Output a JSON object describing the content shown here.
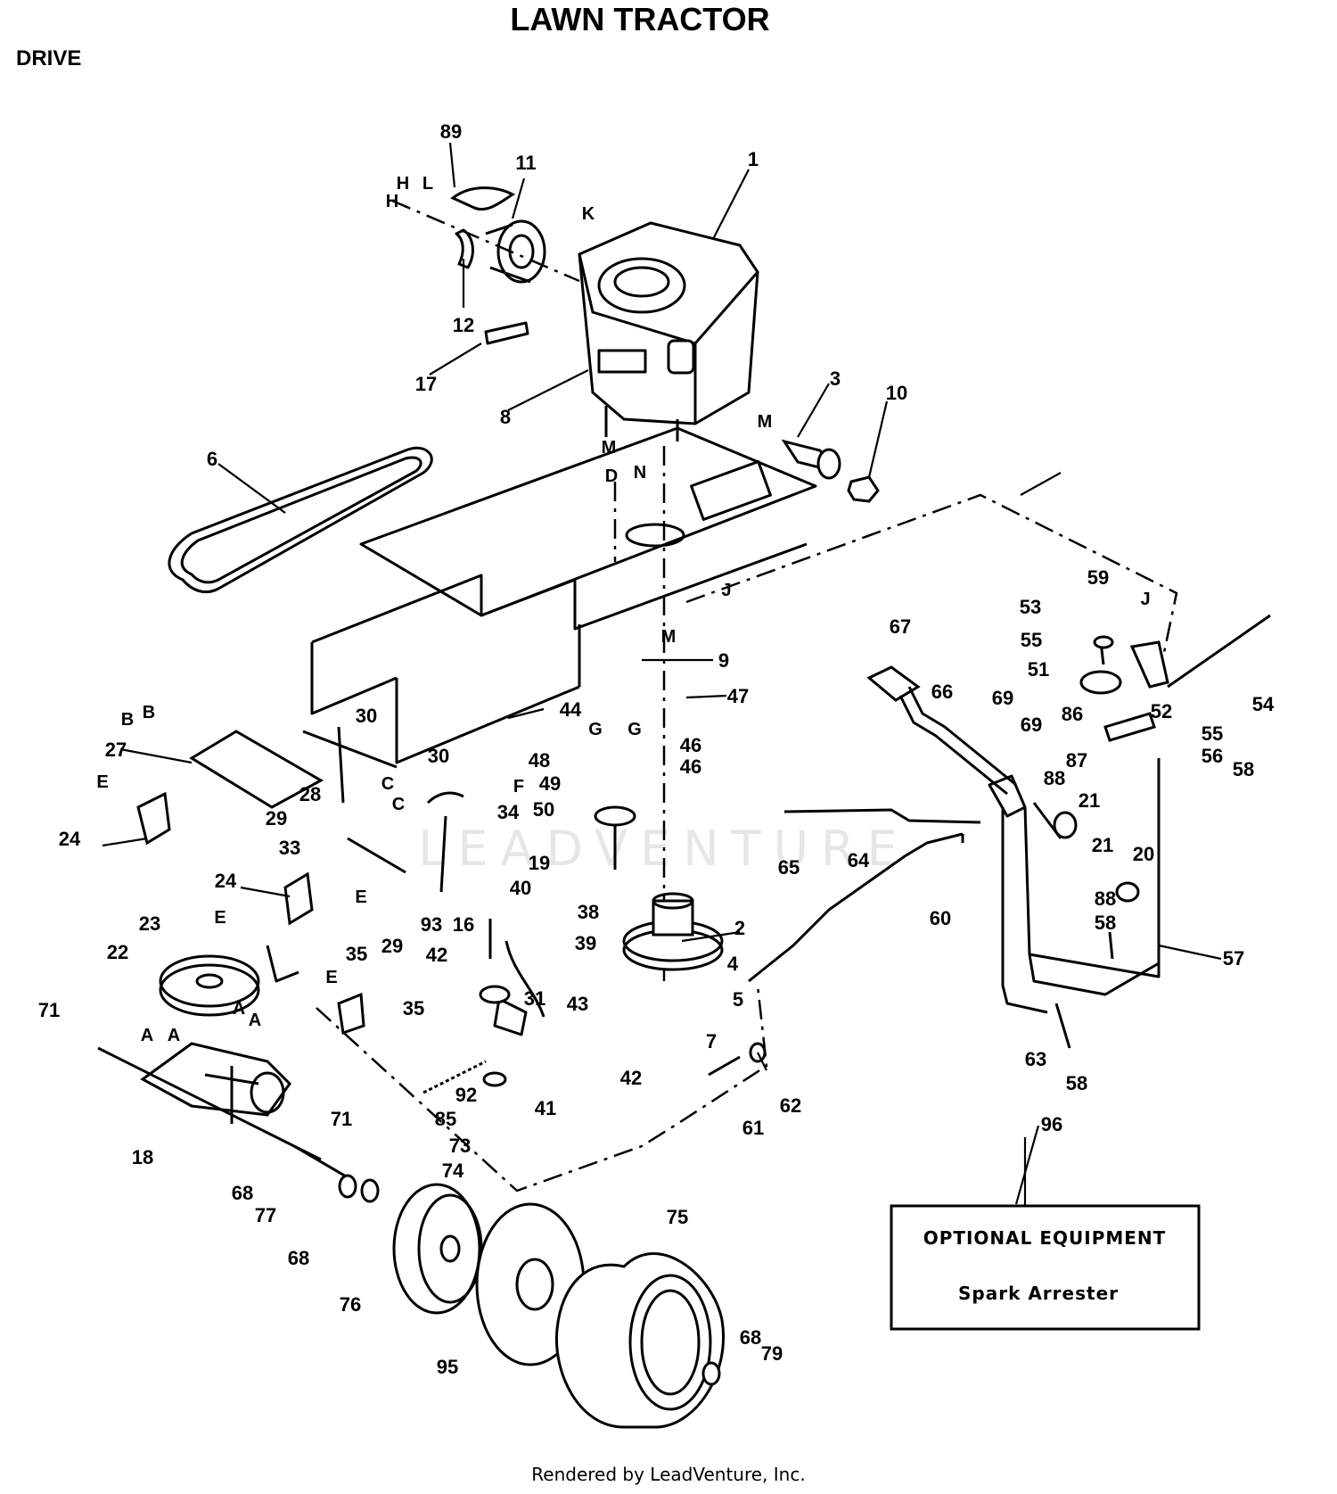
{
  "title": "LAWN TRACTOR",
  "section": "DRIVE",
  "footer": "Rendered by LeadVenture, Inc.",
  "watermark": "LEADVENTURE",
  "optional_box": {
    "heading": "OPTIONAL EQUIPMENT",
    "item": "Spark Arrester",
    "callout": "96"
  },
  "callouts": [
    "89",
    "11",
    "1",
    "K",
    "12",
    "17",
    "8",
    "3",
    "10",
    "6",
    "M",
    "N",
    "D",
    "J",
    "9",
    "47",
    "44",
    "G",
    "46",
    "48",
    "F",
    "49",
    "50",
    "19",
    "B",
    "27",
    "28",
    "30",
    "C",
    "29",
    "33",
    "34",
    "E",
    "24",
    "40",
    "38",
    "16",
    "93",
    "39",
    "42",
    "2",
    "4",
    "5",
    "43",
    "31",
    "92",
    "41",
    "23",
    "22",
    "35",
    "71",
    "A",
    "18",
    "85",
    "73",
    "74",
    "7",
    "62",
    "61",
    "68",
    "77",
    "76",
    "95",
    "75",
    "79",
    "67",
    "66",
    "69",
    "53",
    "59",
    "55",
    "51",
    "86",
    "52",
    "54",
    "56",
    "58",
    "87",
    "88",
    "21",
    "20",
    "57",
    "63",
    "65",
    "64",
    "60",
    "H",
    "L"
  ]
}
